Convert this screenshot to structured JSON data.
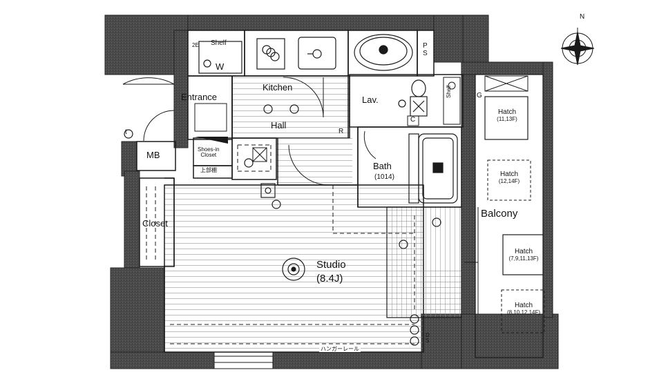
{
  "rooms": {
    "shelf_top": "Shelf",
    "w_mark": "W",
    "kitchen": "Kitchen",
    "entrance": "Entrance",
    "hall": "Hall",
    "lav": "Lav.",
    "shelf_lav": "Shelf",
    "c_mark": "C",
    "ps": "P\nS",
    "g_mark": "G",
    "r_mark": "R",
    "mb": "MB",
    "shoes_closet": "Shoes-in\nCloset",
    "jobukuro": "上部棚",
    "bath": "Bath",
    "bath_size": "(1014)",
    "closet": "Closet",
    "studio": "Studio",
    "studio_size": "(8.4J)",
    "balcony": "Balcony",
    "hanger_rail": "ハンガーレール",
    "ds": "D\nS",
    "compass_n": "N",
    "t_mark": "t",
    "ze_mark": "2E"
  },
  "hatches": [
    {
      "label": "Hatch",
      "floors": "(11,13F)"
    },
    {
      "label": "Hatch",
      "floors": "(12,14F)"
    },
    {
      "label": "Hatch",
      "floors": "(7,9,11,13F)"
    },
    {
      "label": "Hatch",
      "floors": "(8,10,12,14F)"
    }
  ],
  "colors": {
    "wall": "#4a4a4a",
    "line": "#1a1a1a",
    "floor_hatch": "#8a8a8a"
  }
}
